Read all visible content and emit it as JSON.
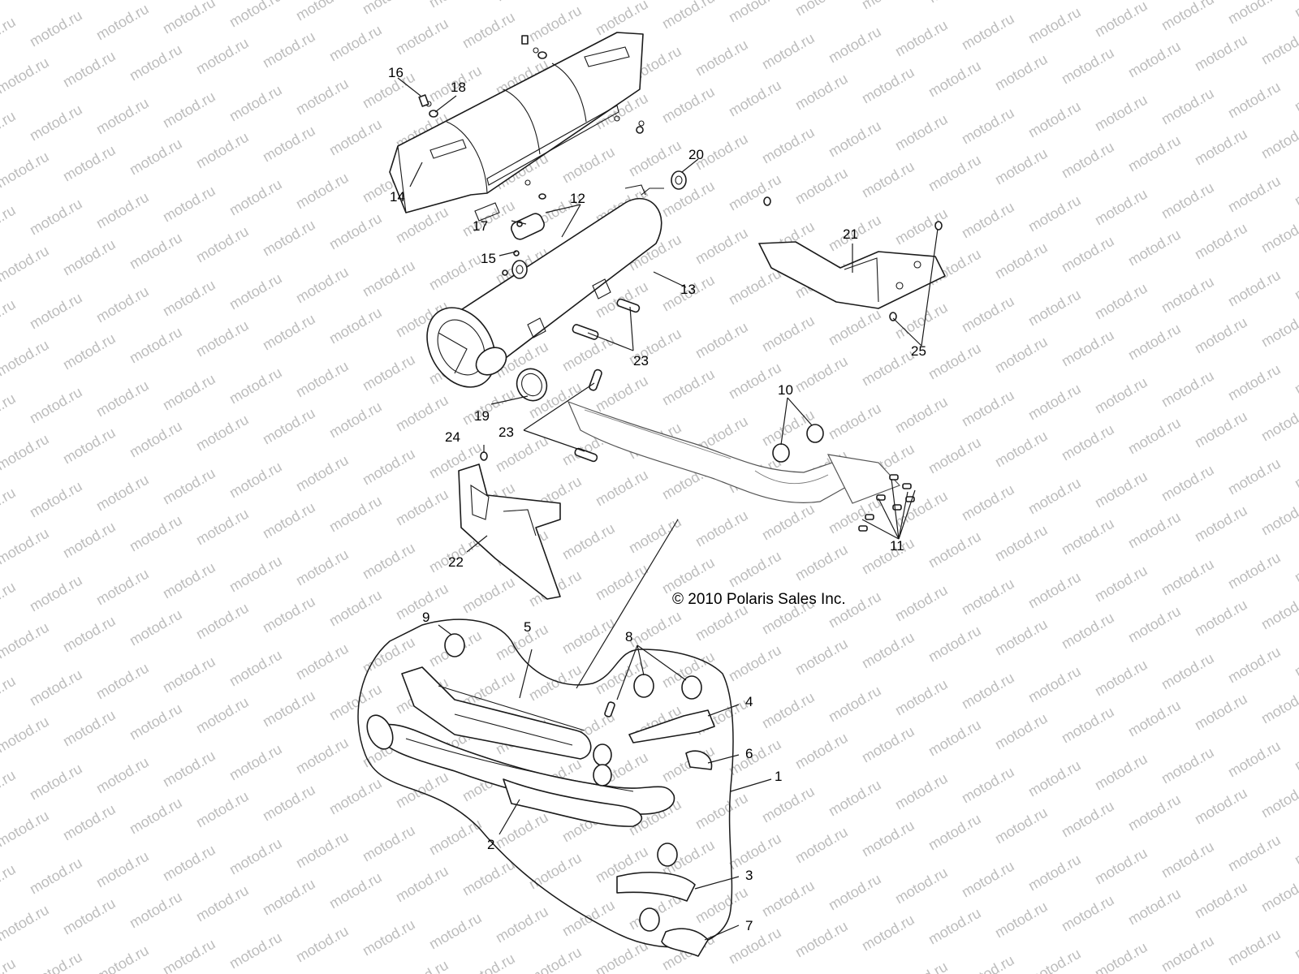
{
  "watermark": {
    "text": "motod.ru"
  },
  "copyright": "© 2010 Polaris Sales Inc.",
  "callouts": {
    "c1": "1",
    "c2": "2",
    "c3": "3",
    "c4": "4",
    "c5": "5",
    "c6": "6",
    "c7": "7",
    "c8": "8",
    "c9": "9",
    "c10": "10",
    "c11": "11",
    "c12": "12",
    "c13": "13",
    "c14": "14",
    "c15": "15",
    "c16": "16",
    "c17": "17",
    "c18": "18",
    "c19": "19",
    "c20": "20",
    "c21": "21",
    "c22": "22",
    "c23a": "23",
    "c23b": "23",
    "c24": "24",
    "c25": "25"
  }
}
